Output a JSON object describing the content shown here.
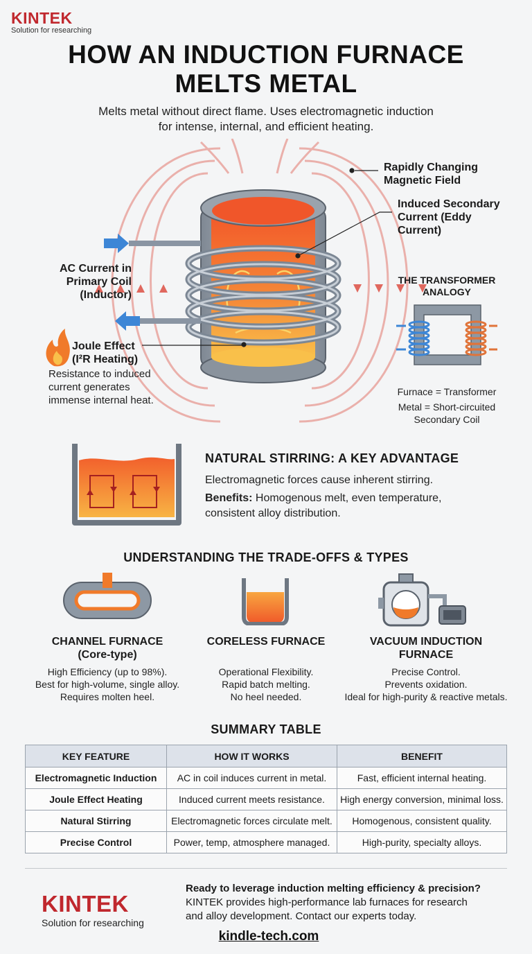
{
  "brand": {
    "name": "KINTEK",
    "tagline": "Solution for researching"
  },
  "title": {
    "line1": "HOW AN INDUCTION FURNACE",
    "line2": "MELTS METAL"
  },
  "subtitle": {
    "line1": "Melts metal without direct flame. Uses electromagnetic induction",
    "line2": "for intense, internal, and efficient heating."
  },
  "labels": {
    "field": {
      "line1": "Rapidly Changing",
      "line2": "Magnetic Field"
    },
    "eddy": {
      "line1": "Induced Secondary",
      "line2": "Current (Eddy",
      "line3": "Current)"
    },
    "ac": {
      "line1": "AC Current in",
      "line2": "Primary Coil",
      "line3": "(Inductor)"
    },
    "joule": {
      "line1": "Joule Effect",
      "line2": "(I²R Heating)",
      "desc1": "Resistance to induced",
      "desc2": "current generates",
      "desc3": "immense internal heat."
    }
  },
  "transformer": {
    "title1": "THE TRANSFORMER",
    "title2": "ANALOGY",
    "line1": "Furnace = Transformer",
    "line2": "Metal = Short-circuited",
    "line3": "Secondary Coil"
  },
  "stirring": {
    "title": "NATURAL STIRRING: A KEY ADVANTAGE",
    "line1": "Electromagnetic forces cause inherent stirring.",
    "benefits_label": "Benefits:",
    "benefits_text": " Homogenous melt, even temperature,",
    "line3": "consistent alloy distribution."
  },
  "tradeoffs": {
    "title": "UNDERSTANDING THE TRADE-OFFS & TYPES",
    "types": [
      {
        "name1": "CHANNEL FURNACE",
        "name2": "(Core-type)",
        "d1": "High Efficiency (up to 98%).",
        "d2": "Best for high-volume, single alloy.",
        "d3": "Requires molten heel."
      },
      {
        "name1": "CORELESS FURNACE",
        "name2": "",
        "d1": "Operational Flexibility.",
        "d2": "Rapid batch melting.",
        "d3": "No heel needed."
      },
      {
        "name1": "VACUUM INDUCTION",
        "name2": "FURNACE",
        "d1": "Precise Control.",
        "d2": "Prevents oxidation.",
        "d3": "Ideal for high-purity & reactive metals."
      }
    ]
  },
  "summary": {
    "title": "SUMMARY TABLE",
    "headers": [
      "KEY FEATURE",
      "HOW IT WORKS",
      "BENEFIT"
    ],
    "rows": [
      [
        "Electromagnetic Induction",
        "AC in coil induces current in metal.",
        "Fast, efficient internal heating."
      ],
      [
        "Joule Effect Heating",
        "Induced current meets resistance.",
        "High energy conversion, minimal loss."
      ],
      [
        "Natural Stirring",
        "Electromagnetic forces circulate melt.",
        "Homogenous, consistent quality."
      ],
      [
        "Precise Control",
        "Power, temp, atmosphere managed.",
        "High-purity, specialty alloys."
      ]
    ]
  },
  "cta": {
    "line1": "Ready to leverage induction melting efficiency & precision?",
    "line2": "KINTEK provides high-performance lab furnaces for research",
    "line3": "and alloy development. Contact our experts today.",
    "link": "kindle-tech.com"
  },
  "colors": {
    "brand_red": "#c0282e",
    "field_red": "#e07a72",
    "melt_orange": "#f07a2a",
    "coil_gray": "#8a95a3",
    "arrow_blue": "#3d86d6"
  }
}
